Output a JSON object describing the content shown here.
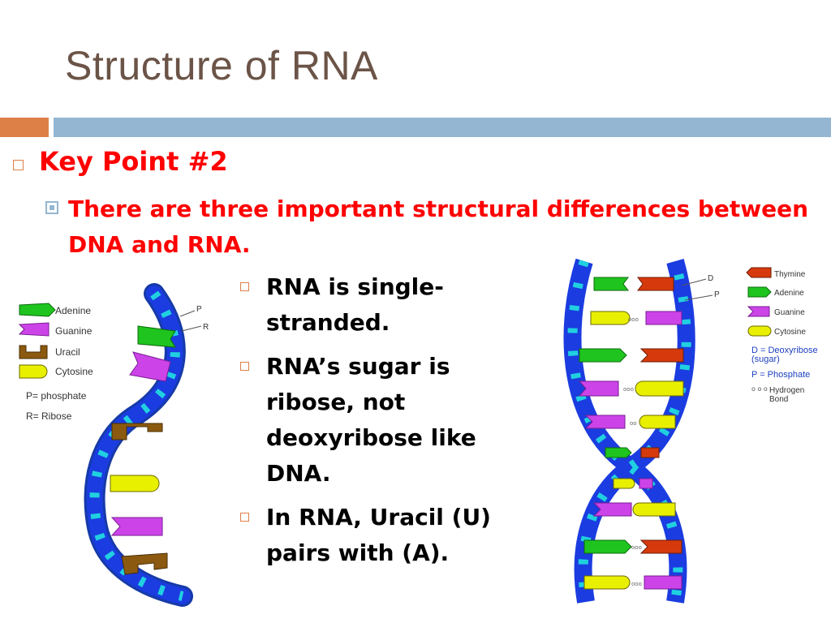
{
  "slide": {
    "title": "Structure of RNA",
    "key_point": "Key Point #2",
    "sub_point": "There are three important structural differences between DNA and RNA.",
    "bullets": [
      "RNA is single-stranded.",
      "RNA’s sugar is ribose, not deoxyribose like DNA.",
      "In RNA, Uracil (U) pairs with (A)."
    ]
  },
  "rna_figure": {
    "legend": {
      "adenine": "Adenine",
      "guanine": "Guanine",
      "uracil": "Uracil",
      "cytosine": "Cytosine",
      "phosphate": "P= phosphate",
      "ribose": "R= Ribose"
    },
    "label_p": "P",
    "label_r": "R"
  },
  "dna_figure": {
    "legend": {
      "thymine": "Thymine",
      "adenine": "Adenine",
      "guanine": "Guanine",
      "cytosine": "Cytosine",
      "deoxyribose_1": "D = Deoxyribose",
      "deoxyribose_2": "(sugar)",
      "phosphate": "P = Phosphate",
      "hbond_1": "Hydrogen",
      "hbond_2": "Bond"
    },
    "label_d": "D",
    "label_p": "P"
  },
  "colors": {
    "title": "#6b5447",
    "accent_orange": "#dd8047",
    "accent_blue": "#94b6d2",
    "key_text": "#ff0000",
    "adenine": "#1fc41f",
    "guanine": "#cc44e8",
    "uracil": "#8b5a10",
    "cytosine": "#e8f000",
    "thymine": "#d63a0c",
    "backbone": "#1b3ce0"
  }
}
